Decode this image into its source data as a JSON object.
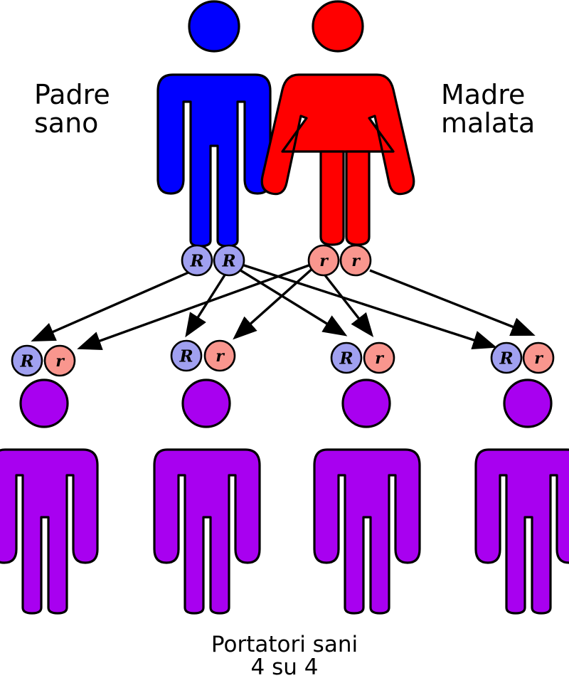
{
  "diagram": {
    "title_alt": "Autosomal recessive inheritance - mother affected, father homozygous dominant",
    "background_color": "#ffffff"
  },
  "parents": {
    "father": {
      "label_line1": "Padre",
      "label_line2": "sano",
      "figure_icon": "male-figure-icon",
      "color": "#0000FF",
      "alleles": [
        {
          "symbol": "R",
          "color": "#A0A0F0",
          "type": "dominant"
        },
        {
          "symbol": "R",
          "color": "#A0A0F0",
          "type": "dominant"
        }
      ]
    },
    "mother": {
      "label_line1": "Madre",
      "label_line2": "malata",
      "figure_icon": "female-figure-icon",
      "color": "#FF0000",
      "alleles": [
        {
          "symbol": "r",
          "color": "#F9968E",
          "type": "recessive"
        },
        {
          "symbol": "r",
          "color": "#F9968E",
          "type": "recessive"
        }
      ]
    }
  },
  "offspring": {
    "color": "#A800F0",
    "figure_icon": "male-figure-icon",
    "children": [
      {
        "index": 1,
        "alleles": [
          {
            "symbol": "R",
            "color": "#A0A0F0"
          },
          {
            "symbol": "r",
            "color": "#F9968E"
          }
        ]
      },
      {
        "index": 2,
        "alleles": [
          {
            "symbol": "R",
            "color": "#A0A0F0"
          },
          {
            "symbol": "r",
            "color": "#F9968E"
          }
        ]
      },
      {
        "index": 3,
        "alleles": [
          {
            "symbol": "R",
            "color": "#A0A0F0"
          },
          {
            "symbol": "r",
            "color": "#F9968E"
          }
        ]
      },
      {
        "index": 4,
        "alleles": [
          {
            "symbol": "R",
            "color": "#A0A0F0"
          },
          {
            "symbol": "r",
            "color": "#F9968E"
          }
        ]
      }
    ]
  },
  "caption": {
    "line1": "Portatori sani",
    "line2": "4 su 4"
  },
  "legend_colors": {
    "healthy_father": "#0000FF",
    "affected_mother": "#FF0000",
    "carrier_offspring": "#A800F0",
    "dominant_allele": "#A0A0F0",
    "recessive_allele": "#F9968E",
    "outline": "#000000"
  }
}
